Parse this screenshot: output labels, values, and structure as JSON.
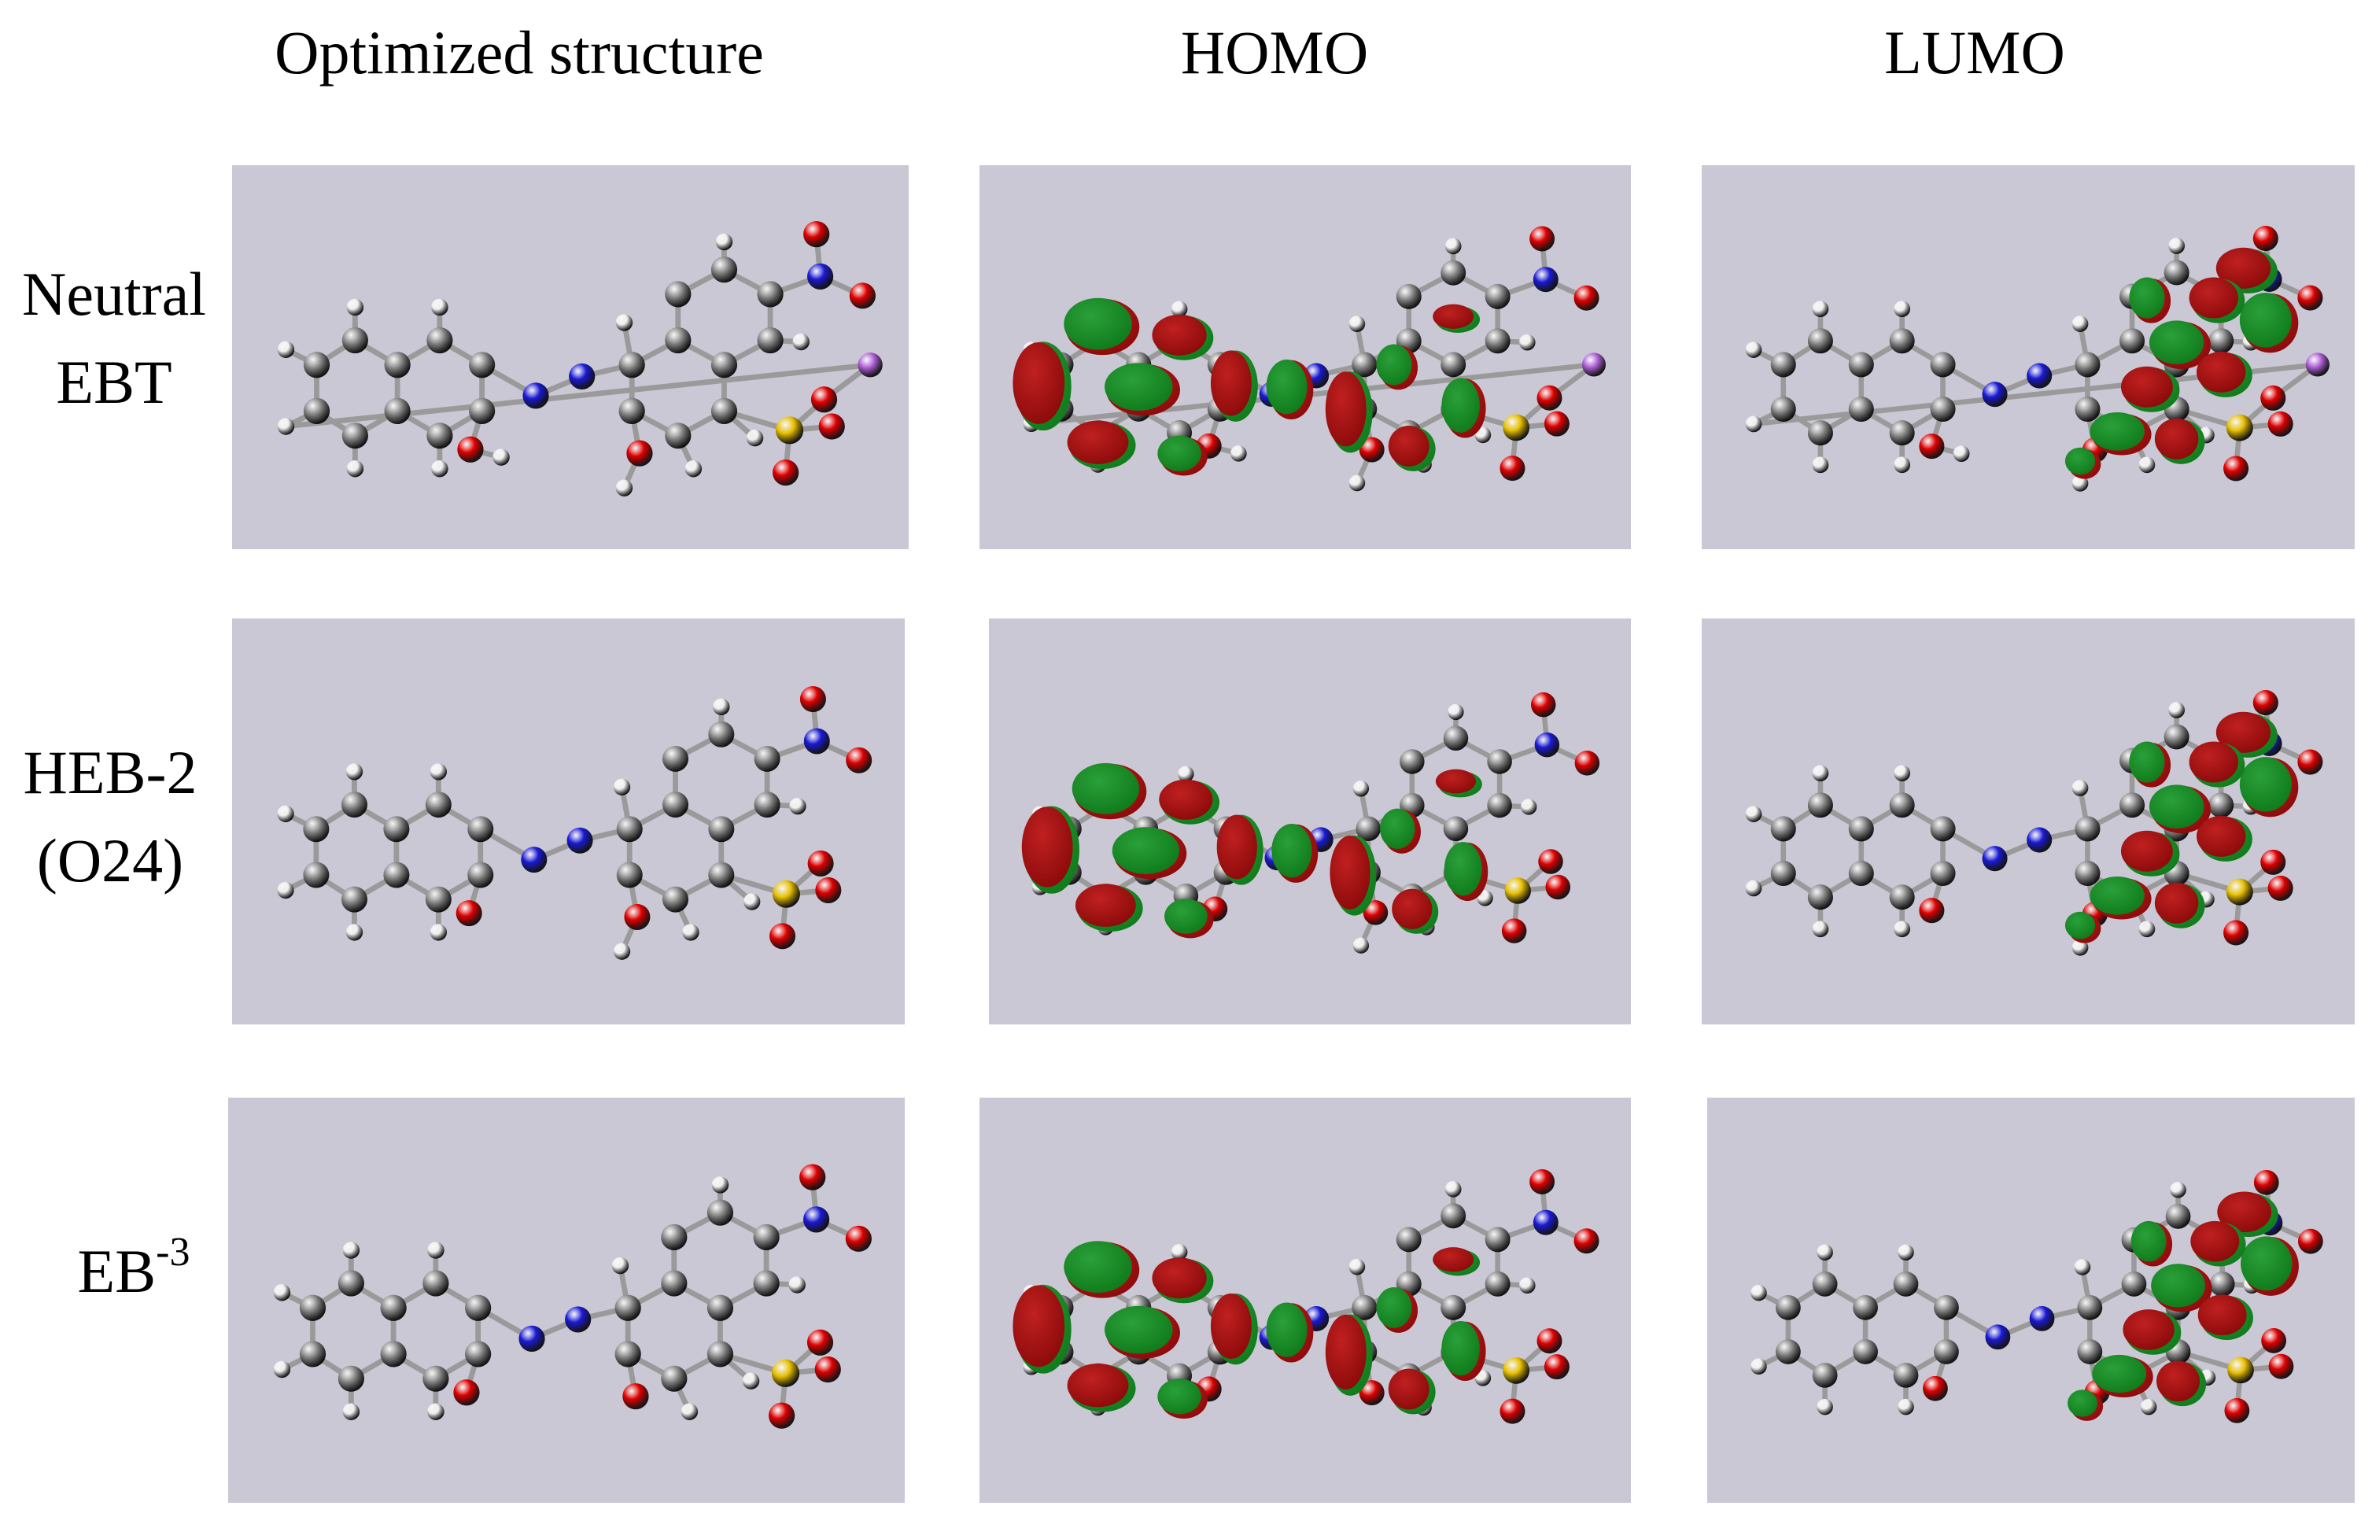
{
  "headers": {
    "optimized": "Optimized structure",
    "homo": "HOMO",
    "lumo": "LUMO"
  },
  "rows": [
    {
      "line1": "Neutral",
      "line2": "EBT"
    },
    {
      "line1": "HEB-2",
      "line2": "(O24)"
    },
    {
      "label": "EB",
      "superscript": "-3"
    }
  ],
  "colors": {
    "panel_background": "#cbc8d6",
    "carbon": "#8a8a8a",
    "hydrogen": "#f0f0f0",
    "oxygen": "#e00000",
    "nitrogen": "#1a1ad6",
    "sulfur": "#e8c000",
    "sodium": "#b060d8",
    "orbital_positive": "#8b0a0a",
    "orbital_negative": "#0f7a1a"
  }
}
